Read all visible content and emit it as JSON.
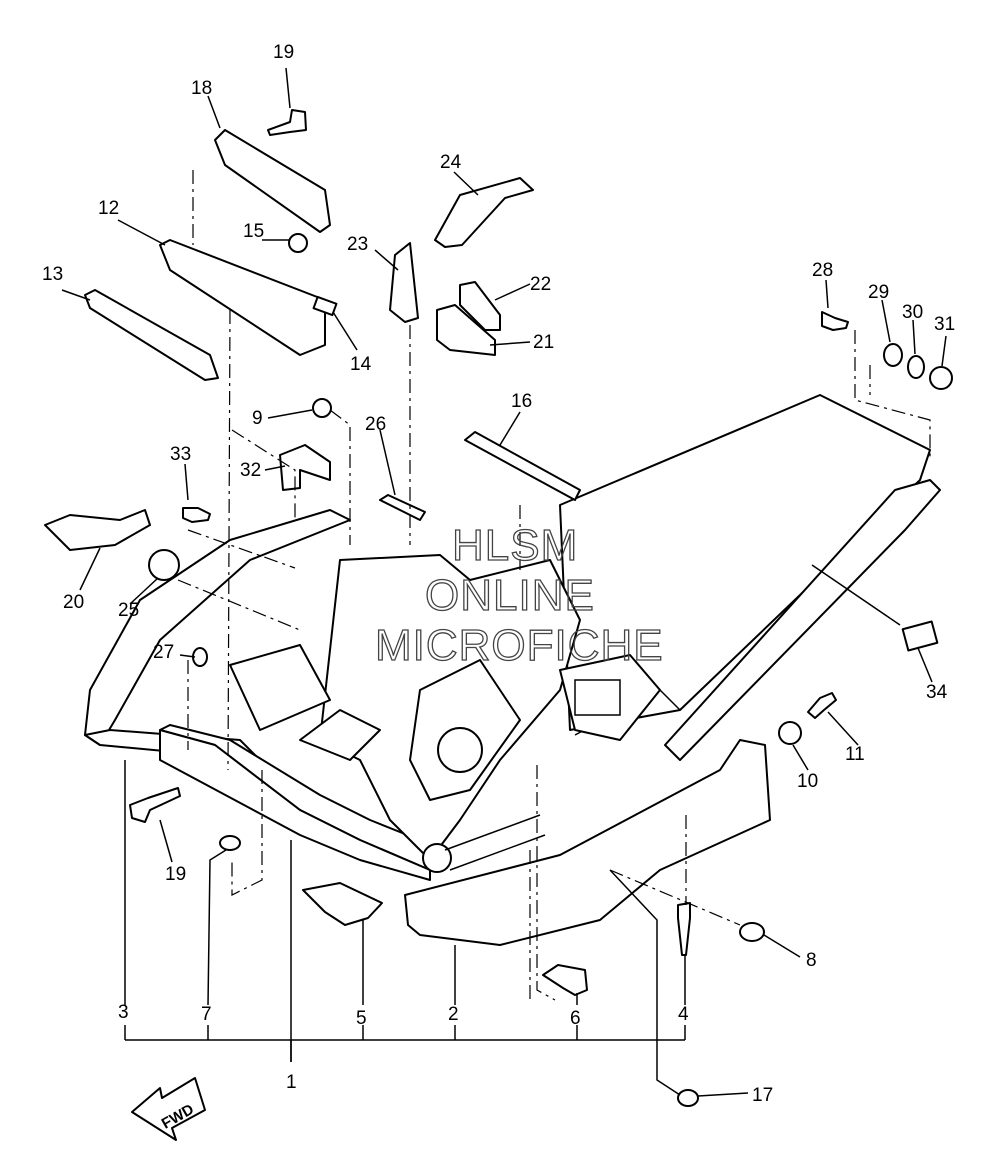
{
  "watermark": {
    "line1": "HLSM",
    "line2": "ONLINE",
    "line3": "MICROFICHE"
  },
  "fwd_arrow_label": "FWD",
  "callouts": {
    "c1": "1",
    "c2": "2",
    "c3": "3",
    "c4": "4",
    "c5": "5",
    "c6": "6",
    "c7": "7",
    "c8": "8",
    "c9": "9",
    "c10": "10",
    "c11": "11",
    "c12": "12",
    "c13": "13",
    "c14": "14",
    "c15": "15",
    "c16": "16",
    "c17": "17",
    "c18": "18",
    "c19a": "19",
    "c19b": "19",
    "c20": "20",
    "c21": "21",
    "c22": "22",
    "c23": "23",
    "c24": "24",
    "c25": "25",
    "c26": "26",
    "c27": "27",
    "c28": "28",
    "c29": "29",
    "c30": "30",
    "c31": "31",
    "c32": "32",
    "c33": "33",
    "c34": "34"
  }
}
